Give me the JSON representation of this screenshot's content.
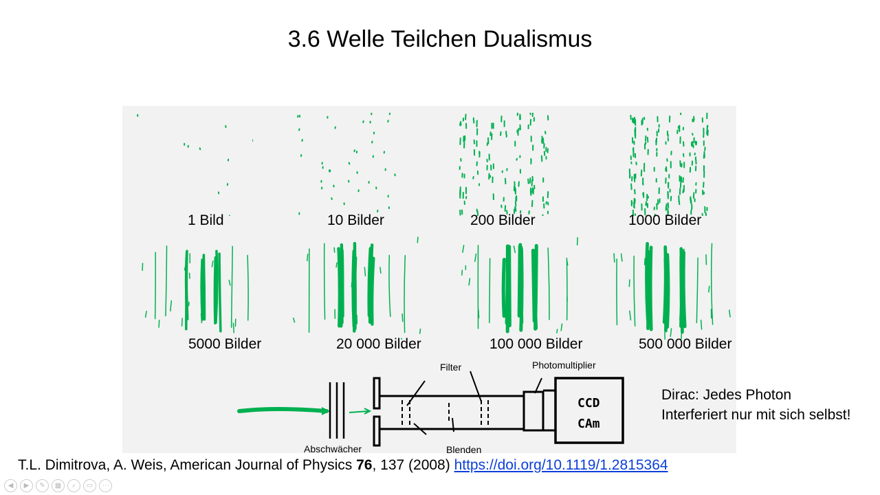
{
  "slide": {
    "title": "3.6 Welle Teilchen Dualismus",
    "panels": [
      {
        "label": "1 Bild"
      },
      {
        "label": "10 Bilder"
      },
      {
        "label": "200 Bilder"
      },
      {
        "label": "1000 Bilder"
      },
      {
        "label": "5000 Bilder"
      },
      {
        "label": "20 000 Bilder"
      },
      {
        "label": "100 000 Bilder"
      },
      {
        "label": "500 000 Bilder"
      }
    ],
    "setup": {
      "filter": "Filter",
      "photomultiplier": "Photomultiplier",
      "abschwaecher": "Abschwächer",
      "blenden": "Blenden",
      "ccd_line1": "CCD",
      "ccd_line2": "CAm"
    },
    "dirac_line1": "Dirac: Jedes Photon",
    "dirac_line2": "Interferiert nur mit sich selbst!",
    "citation": {
      "authors": "T.L. Dimitrova, A. Weis, American Journal of Physics ",
      "volume": "76",
      "rest": ", 137 (2008) ",
      "link": "https://doi.org/10.1119/1.2815364"
    },
    "colors": {
      "pattern_green": "#00b050",
      "background": "#f2f2f2",
      "link": "#0b3fd6"
    },
    "nav_icons": [
      "prev-icon",
      "next-icon",
      "pen-icon",
      "slides-icon",
      "zoom-icon",
      "subtitle-icon",
      "more-icon"
    ]
  }
}
